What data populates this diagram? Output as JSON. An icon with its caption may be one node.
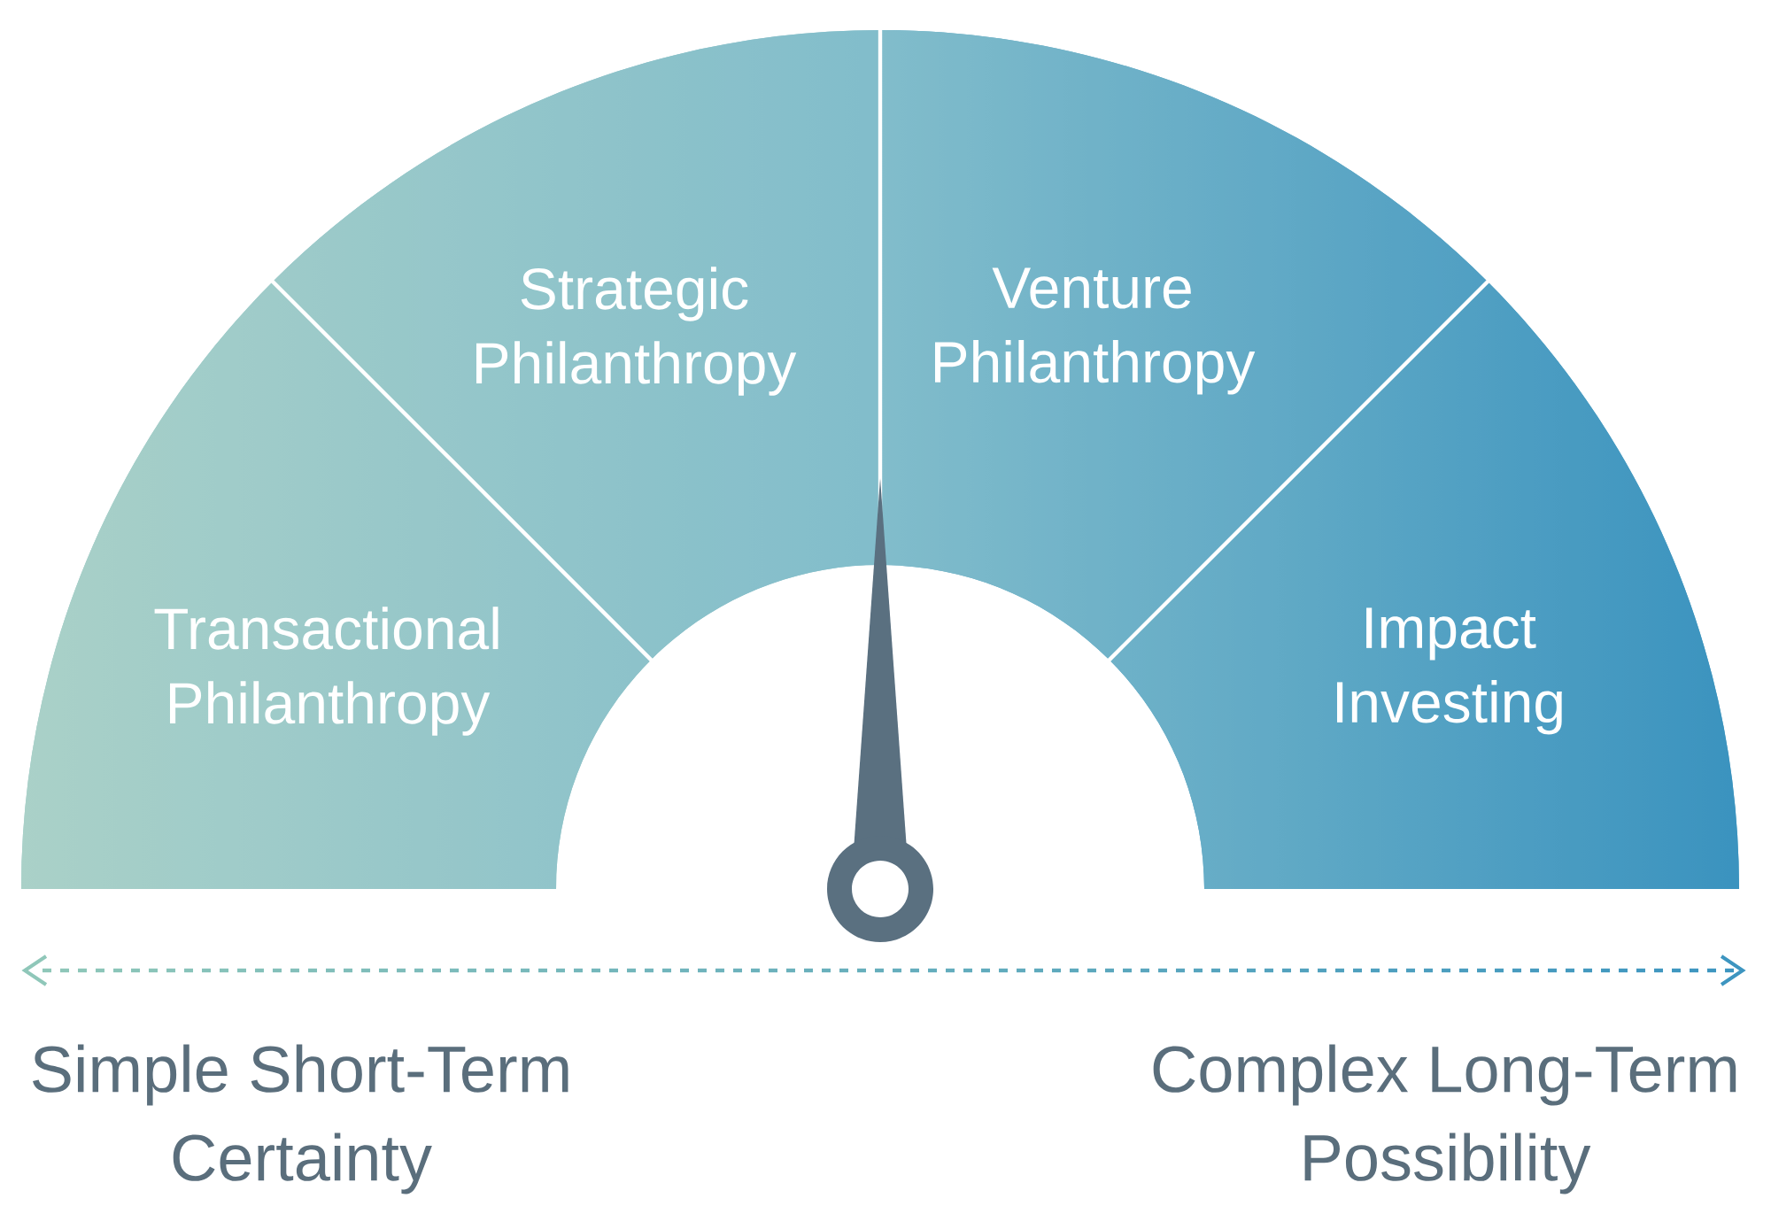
{
  "diagram": {
    "nodes": [
      {
        "text": [
          "Transactional Philanthropy"
        ]
      },
      {
        "text": [
          "Strategic Philanthropy"
        ]
      },
      {
        "text": [
          "Venture Philanthropy"
        ]
      },
      {
        "text": [
          "Impact Investing"
        ]
      }
    ],
    "labels": [
      "Simple Short-Term Certainty",
      "Complex Long-Term Possibility"
    ]
  }
}
